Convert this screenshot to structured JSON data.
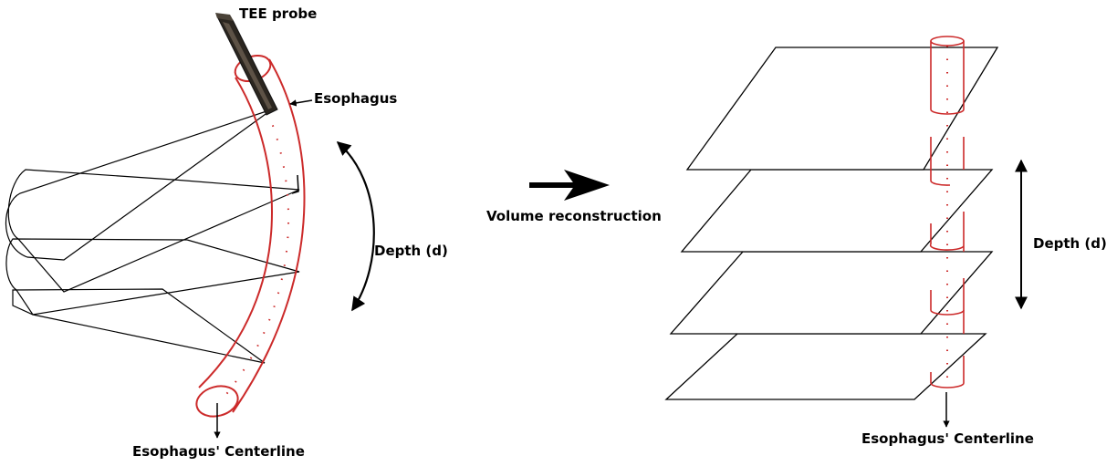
{
  "labels": {
    "tee_probe": "TEE probe",
    "esophagus": "Esophagus",
    "depth_left": "Depth (d)",
    "centerline_left": "Esophagus' Centerline",
    "volume_reconstruction": "Volume reconstruction",
    "depth_right": "Depth (d)",
    "centerline_right": "Esophagus' Centerline"
  },
  "colors": {
    "esophagus": "#cc2a2a",
    "probe": "#2b2620",
    "stroke": "#000000"
  },
  "icons": {
    "probe": "tee-probe-icon",
    "main_arrow": "arrow-right-icon"
  }
}
